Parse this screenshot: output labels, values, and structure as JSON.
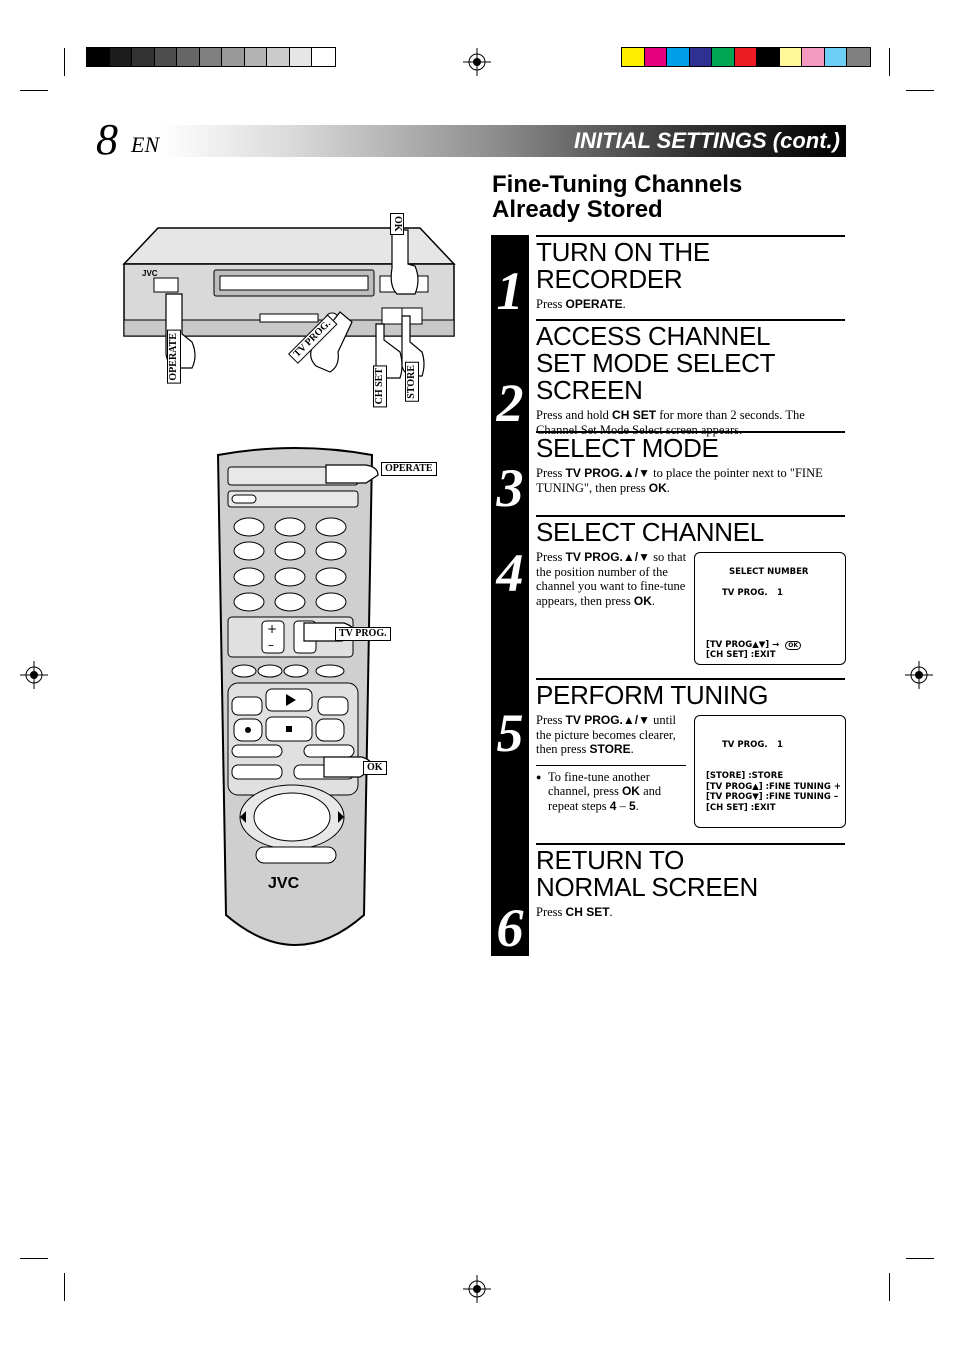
{
  "header": {
    "page_number": "8",
    "language": "EN",
    "title": "INITIAL SETTINGS (cont.)"
  },
  "section_title": "Fine-Tuning Channels Already Stored",
  "steps": [
    {
      "number": "1",
      "heading": "TURN ON THE RECORDER",
      "t1": "Press ",
      "b1": "OPERATE",
      "t2": "."
    },
    {
      "number": "2",
      "heading": "ACCESS CHANNEL SET MODE SELECT SCREEN",
      "t1": "Press and hold ",
      "b1": "CH SET",
      "t2": " for more than 2 seconds. The Channel Set Mode Select screen appears."
    },
    {
      "number": "3",
      "heading": "SELECT MODE",
      "t1": "Press ",
      "b1": "TV PROG.▲/▼",
      "t2": " to place the pointer next to \"FINE TUNING\", then press ",
      "b2": "OK",
      "t3": "."
    },
    {
      "number": "4",
      "heading": "SELECT CHANNEL",
      "t1": "Press ",
      "b1": "TV PROG.▲/▼",
      "t2": " so that the position number of the channel you want to fine-tune appears, then press ",
      "b2": "OK",
      "t3": "."
    },
    {
      "number": "5",
      "heading": "PERFORM TUNING",
      "t1": "Press ",
      "b1": "TV PROG.▲/▼",
      "t2": " until the picture becomes clearer, then press ",
      "b2": "STORE",
      "t3": ".",
      "note": {
        "t1": "To fine-tune another channel, press ",
        "b1": "OK",
        "t2": " and repeat steps ",
        "b2": "4",
        "t3": " – ",
        "b3": "5",
        "t4": "."
      }
    },
    {
      "number": "6",
      "heading": "RETURN TO NORMAL SCREEN",
      "t1": "Press ",
      "b1": "CH SET",
      "t2": "."
    }
  ],
  "screen_select_number": {
    "title": "SELECT NUMBER",
    "prog_label": "TV PROG.",
    "prog_value": "1",
    "line1": "[TV PROG▲▼] →",
    "line1_icon": "OK",
    "line2": "[CH SET] :EXIT"
  },
  "screen_tuning": {
    "prog_label": "TV PROG.",
    "prog_value": "1",
    "line1": "[STORE] :STORE",
    "line2": "[TV PROG▲] :FINE TUNING +",
    "line3": "[TV PROG▼] :FINE TUNING –",
    "line4": "[CH SET] :EXIT"
  },
  "vcr_labels": {
    "brand": "JVC",
    "ok": "OK",
    "operate": "OPERATE",
    "tv_prog": "TV PROG.",
    "ch_set": "CH SET",
    "store": "STORE"
  },
  "remote_labels": {
    "brand": "JVC",
    "operate": "OPERATE",
    "tv_prog": "TV PROG.",
    "ok": "OK"
  },
  "colors": {
    "gray_bars": [
      "#000000",
      "#1c1c1c",
      "#333333",
      "#4d4d4d",
      "#666666",
      "#808080",
      "#999999",
      "#b3b3b3",
      "#cccccc",
      "#e6e6e6",
      "#ffffff"
    ],
    "color_bars": [
      "#ffee00",
      "#e6007e",
      "#00a0e9",
      "#2e3192",
      "#00a651",
      "#ed1c24",
      "#000000",
      "#fff799",
      "#f49ac1",
      "#6dcff6",
      "#808080"
    ]
  }
}
